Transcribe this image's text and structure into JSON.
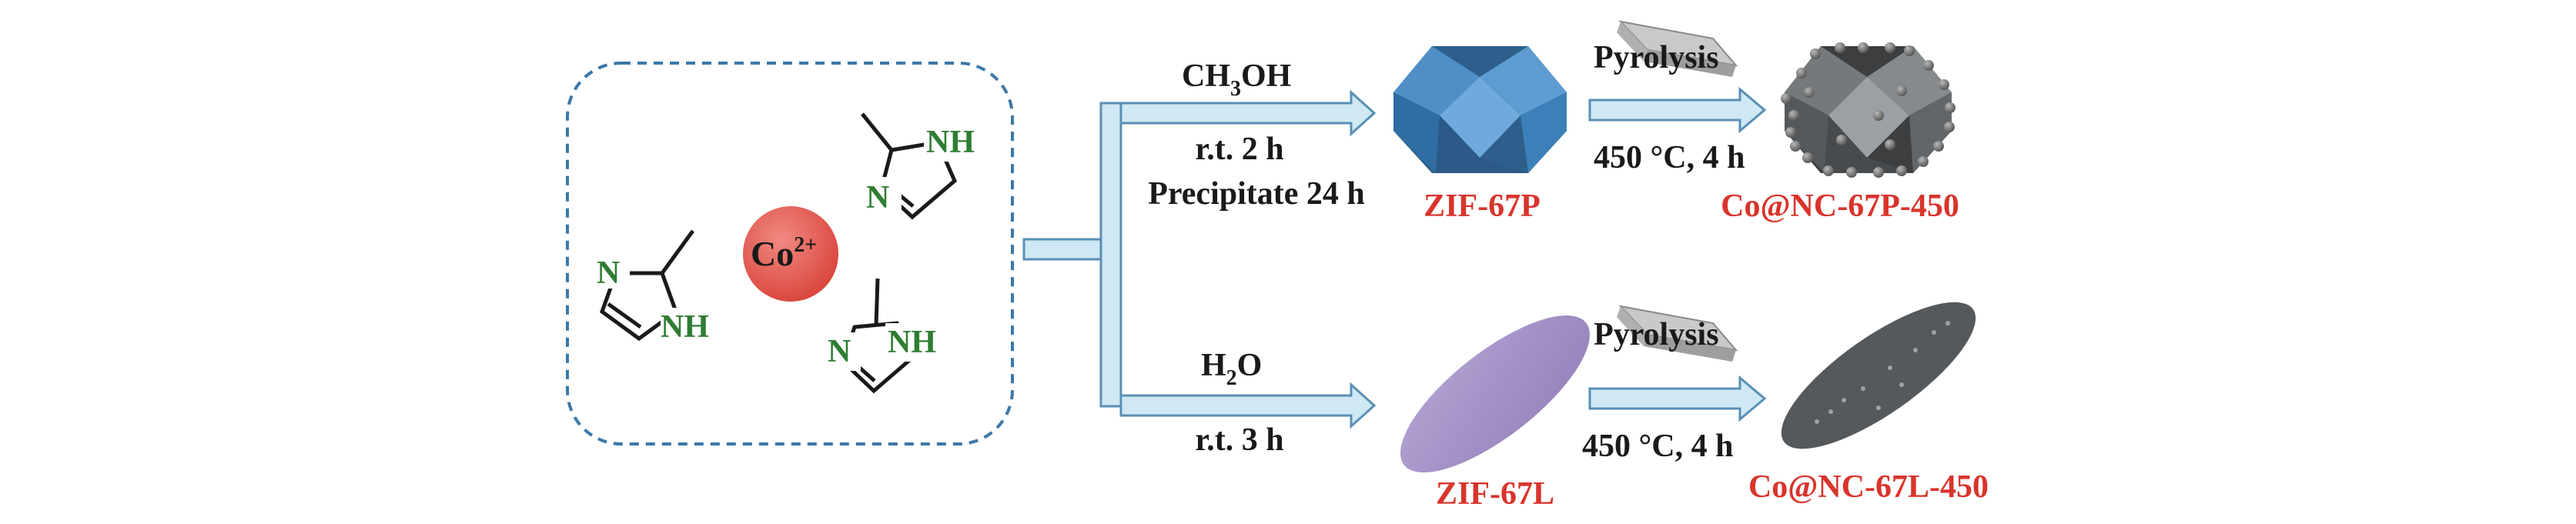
{
  "reactants": {
    "cobalt_ion": {
      "base": "Co",
      "charge": "2+"
    },
    "ligand_atoms": {
      "n": "N",
      "nh": "NH"
    }
  },
  "top_route": {
    "solvent": {
      "base": "CH",
      "sub": "3",
      "tail": "OH"
    },
    "condition_1": "r.t. 2 h",
    "condition_2": "Precipitate 24 h",
    "product_label": "ZIF-67P",
    "pyrolysis_label": "Pyrolysis",
    "pyrolysis_condition": "450 °C, 4 h",
    "final_label": "Co@NC-67P-450"
  },
  "bottom_route": {
    "solvent": {
      "base": "H",
      "sub": "2",
      "tail": "O"
    },
    "condition_1": "r.t. 3 h",
    "product_label": "ZIF-67L",
    "pyrolysis_label": "Pyrolysis",
    "pyrolysis_condition": "450 °C, 4 h",
    "final_label": "Co@NC-67L-450"
  },
  "colors": {
    "arrow_fill": "#cfe8f3",
    "arrow_stroke": "#5a8fb5",
    "dashed_box": "#3b78a8",
    "cobalt_ball": "#e0534a",
    "crystal_blue": "#4a8cc4",
    "leaf_purple": "#a592c5",
    "carbon_gray": "#5b5f62",
    "label_red": "#d9342b",
    "nitrogen_green": "#2e7d32"
  }
}
